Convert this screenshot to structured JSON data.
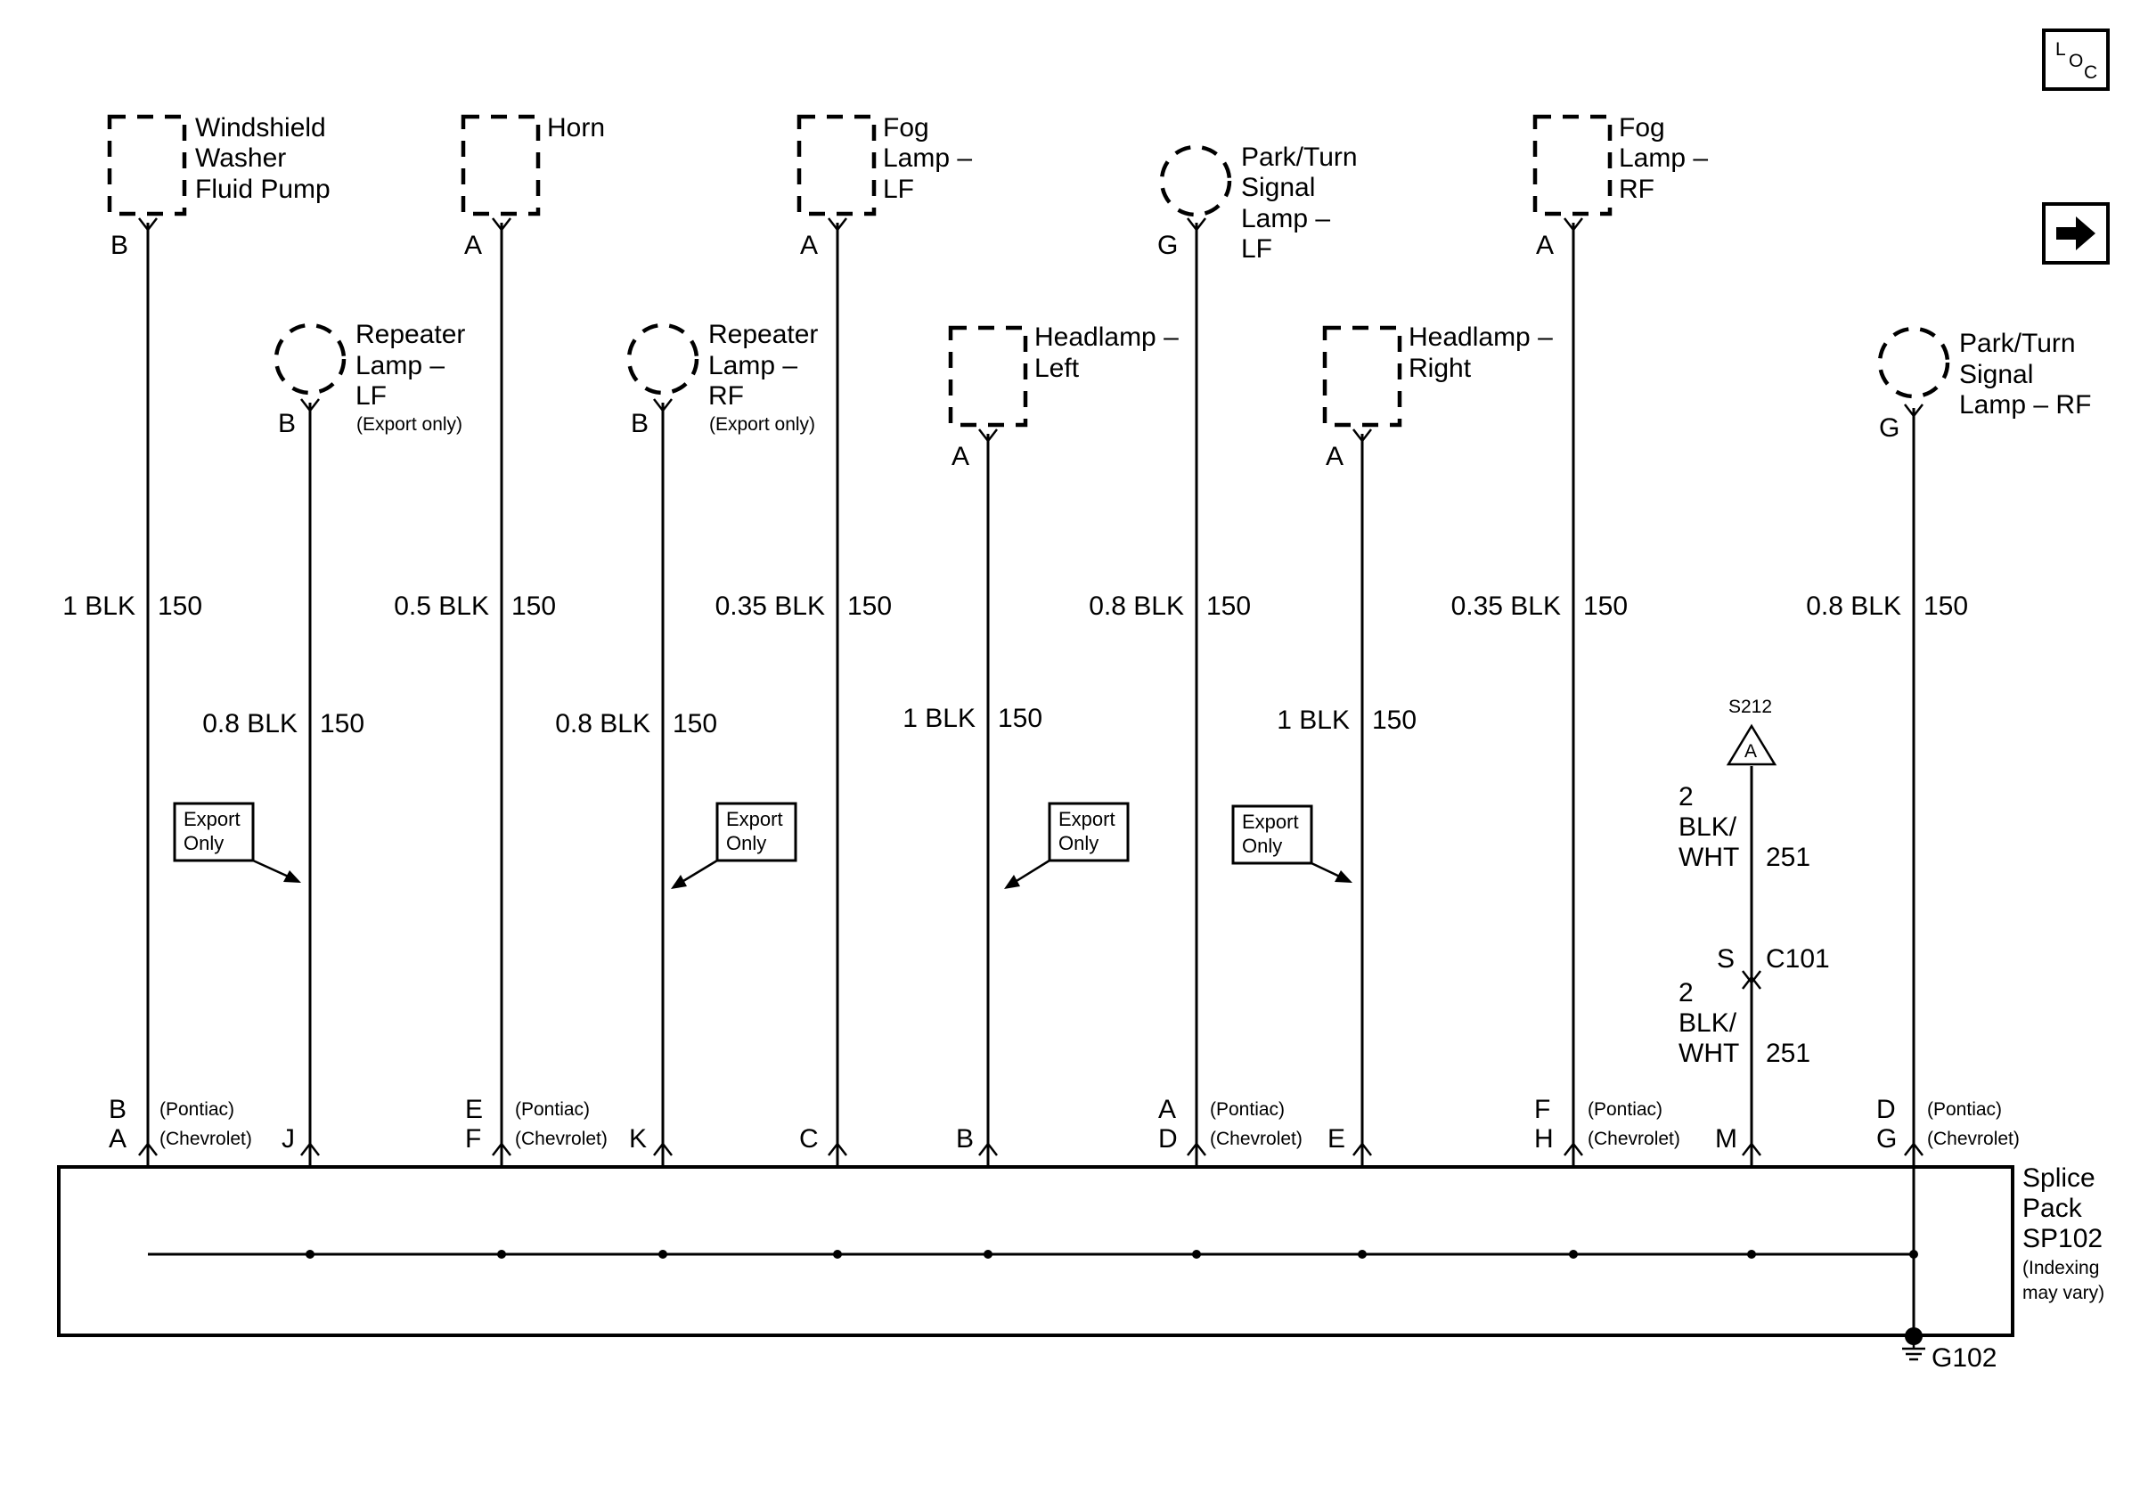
{
  "nav": {
    "loc_icon": "location-loc-icon",
    "next_icon": "right-arrow-icon"
  },
  "components": [
    {
      "lines": [
        "Windshield",
        "Washer",
        "Fluid Pump"
      ],
      "pin": "B"
    },
    {
      "lines": [
        "Horn"
      ],
      "pin": "A"
    },
    {
      "lines": [
        "Fog",
        "Lamp –",
        "LF"
      ],
      "pin": "A"
    },
    {
      "lines": [
        "Park/Turn",
        "Signal",
        "Lamp –",
        "LF"
      ],
      "pin": "G"
    },
    {
      "lines": [
        "Fog",
        "Lamp –",
        "RF"
      ],
      "pin": "A"
    },
    {
      "lines": [
        "Repeater",
        "Lamp –",
        "LF"
      ],
      "note": "(Export only)",
      "pin": "B"
    },
    {
      "lines": [
        "Repeater",
        "Lamp –",
        "RF"
      ],
      "note": "(Export only)",
      "pin": "B"
    },
    {
      "lines": [
        "Headlamp –",
        "Left"
      ],
      "pin": "A"
    },
    {
      "lines": [
        "Headlamp –",
        "Right"
      ],
      "pin": "A"
    },
    {
      "lines": [
        "Park/Turn",
        "Signal",
        "Lamp – RF"
      ],
      "pin": "G"
    }
  ],
  "wire_labels": [
    {
      "gauge": "1 BLK",
      "circuit": "150"
    },
    {
      "gauge": "0.5 BLK",
      "circuit": "150"
    },
    {
      "gauge": "0.35 BLK",
      "circuit": "150"
    },
    {
      "gauge": "0.8 BLK",
      "circuit": "150"
    },
    {
      "gauge": "0.35 BLK",
      "circuit": "150"
    },
    {
      "gauge": "0.8 BLK",
      "circuit": "150"
    },
    {
      "gauge": "0.8 BLK",
      "circuit": "150"
    },
    {
      "gauge": "0.8 BLK",
      "circuit": "150"
    },
    {
      "gauge": "1 BLK",
      "circuit": "150"
    },
    {
      "gauge": "1 BLK",
      "circuit": "150"
    }
  ],
  "export_boxes": [
    {
      "lines": [
        "Export",
        "Only"
      ]
    },
    {
      "lines": [
        "Export",
        "Only"
      ]
    },
    {
      "lines": [
        "Export",
        "Only"
      ]
    },
    {
      "lines": [
        "Export",
        "Only"
      ]
    }
  ],
  "s212": {
    "label": "S212",
    "pin": "A",
    "upper": {
      "gauge": [
        "2",
        "BLK/",
        "WHT"
      ],
      "circuit": "251"
    },
    "connector_pin": "S",
    "connector": "C101",
    "lower": {
      "gauge": [
        "2",
        "BLK/",
        "WHT"
      ],
      "circuit": "251"
    }
  },
  "bottom_pins": [
    {
      "top": "B",
      "bottom": "A",
      "pontiac": "(Pontiac)",
      "chevrolet": "(Chevrolet)"
    },
    {
      "bottom": "J"
    },
    {
      "top": "E",
      "bottom": "F",
      "pontiac": "(Pontiac)",
      "chevrolet": "(Chevrolet)"
    },
    {
      "bottom": "K"
    },
    {
      "bottom": "C"
    },
    {
      "bottom": "B"
    },
    {
      "top": "A",
      "bottom": "D",
      "pontiac": "(Pontiac)",
      "chevrolet": "(Chevrolet)"
    },
    {
      "bottom": "E"
    },
    {
      "top": "F",
      "bottom": "H",
      "pontiac": "(Pontiac)",
      "chevrolet": "(Chevrolet)"
    },
    {
      "bottom": "M"
    },
    {
      "top": "D",
      "bottom": "G",
      "pontiac": "(Pontiac)",
      "chevrolet": "(Chevrolet)"
    }
  ],
  "splice_pack": {
    "lines": [
      "Splice",
      "Pack",
      "SP102"
    ],
    "note": [
      "(Indexing",
      "may vary)"
    ]
  },
  "ground": {
    "label": "G102"
  }
}
